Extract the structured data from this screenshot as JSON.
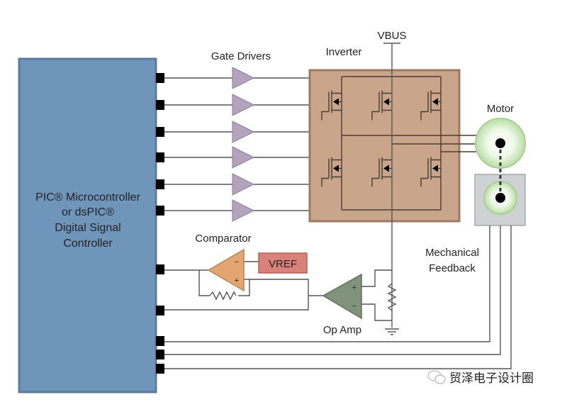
{
  "controller": {
    "line1": "PIC® Microcontroller",
    "line2": "or dsPIC®",
    "line3": "Digital Signal",
    "line4": "Controller",
    "color": "#7095bb"
  },
  "labels": {
    "gate_drivers": "Gate Drivers",
    "inverter": "Inverter",
    "vbus": "VBUS",
    "motor": "Motor",
    "mechanical_feedback_1": "Mechanical",
    "mechanical_feedback_2": "Feedback",
    "comparator": "Comparator",
    "vref": "VREF",
    "op_amp": "Op Amp",
    "plus": "+",
    "minus": "−"
  },
  "colors": {
    "gate_driver": "#b3a3bd",
    "inverter": "#c9a68b",
    "motor": "#d6efc6",
    "feedback_box": "#cfd2d4",
    "comparator": "#e3a672",
    "vref_box": "#d9827a",
    "op_amp": "#7f927a"
  },
  "watermark": {
    "text": "贸泽电子设计圈",
    "icon": "wechat-icon"
  }
}
